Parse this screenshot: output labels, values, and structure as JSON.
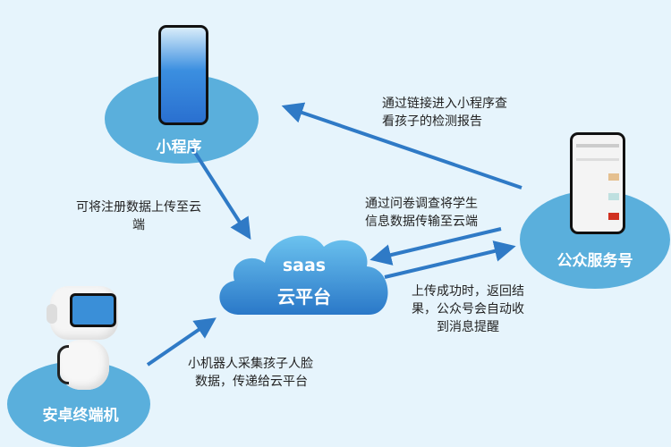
{
  "nodes": {
    "mini_program": "小程序",
    "official_account": "公众服务号",
    "android_terminal": "安卓终端机",
    "cloud_line1": "saas",
    "cloud_line2": "云平台"
  },
  "notes": {
    "link_view": [
      "通过链接进入小程序查",
      "看孩子的检测报告"
    ],
    "register_upload": [
      "可将注册数据上传至云",
      "端"
    ],
    "survey_upload": [
      "通过问卷调查将学生",
      "信息数据传输至云端"
    ],
    "upload_result": [
      "上传成功时，返回结",
      "果，公众号会自动收",
      "到消息提醒"
    ],
    "robot_collect": [
      "小机器人采集孩子人脸",
      "数据，传递给云平台"
    ]
  },
  "colors": {
    "ellipse": "#5aafdc",
    "arrow": "#2f7ac6",
    "cloud_top": "#6cc3ef",
    "cloud_bottom": "#2a78c8",
    "background": "#e6f4fc"
  }
}
